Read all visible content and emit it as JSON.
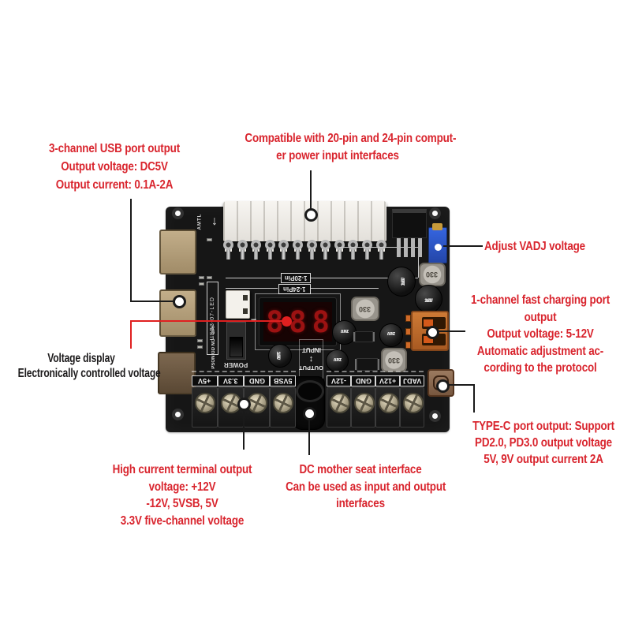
{
  "annotations": {
    "usb_output": {
      "lines": [
        "3-channel USB port output",
        "Output voltage: DC5V",
        "Output current: 0.1A-2A"
      ]
    },
    "atx_compat": {
      "lines": [
        "Compatible with 20-pin and 24-pin comput-",
        "er power input interfaces"
      ]
    },
    "vadj": {
      "label": "Adjust VADJ voltage"
    },
    "fast_charge": {
      "lines": [
        "1-channel fast charging port",
        "output",
        "Output voltage: 5-12V",
        "Automatic adjustment ac-",
        "cording to the protocol"
      ]
    },
    "type_c": {
      "lines": [
        "TYPE-C port output: Support",
        "PD2.0, PD3.0 output voltage",
        "5V, 9V output current 2A"
      ]
    },
    "voltage_display": {
      "lines": [
        "Voltage display",
        "Electronically controlled voltage"
      ]
    },
    "terminal_output": {
      "lines": [
        "High current terminal output",
        "voltage: +12V",
        "-12V, 5VSB, 5V",
        "3.3V five-channel voltage"
      ]
    },
    "dc_jack": {
      "lines": [
        "DC mother seat interface",
        "Can be used as input and output",
        "interfaces"
      ]
    }
  },
  "board": {
    "display_digits": "888",
    "pin_count": 12,
    "silkscreen": {
      "pin20": "1-20Pin",
      "pin24": "1-24Pin",
      "usb_box": "USB3-07-LED",
      "pson": "PSON GD NO - OFF",
      "power": "POWER",
      "input": "INPUT",
      "output": "OUTPUT",
      "updown_arrow": "↕",
      "logo": "AMTL",
      "down_arrow": "↓"
    },
    "terminals_left": [
      "+5V",
      "3.3V",
      "GND",
      "5VSB"
    ],
    "terminals_right": [
      "-12V",
      "GND",
      "+12V",
      "VADJ"
    ],
    "inductor_label": "330",
    "cap_large": [
      "220",
      "16V",
      "VT"
    ],
    "cap_small": [
      "220",
      "16V"
    ],
    "cap_mid": [
      "100",
      "35V",
      "VT"
    ]
  },
  "colors": {
    "annotation_red": "#d9252e",
    "annotation_black": "#1d1b1c",
    "leader_black": "#1a1a1a",
    "leader_red": "#e02020",
    "pcb_black": "#161616",
    "atx_white": "#efece6",
    "usb_tan": "#b19c79",
    "usb_dark_tan": "#6e5a43",
    "fastcharge_orange": "#c4702f",
    "typec_brown": "#8a6a52",
    "trimmer_blue": "#2a52c8",
    "display_red": "#9c1212"
  }
}
